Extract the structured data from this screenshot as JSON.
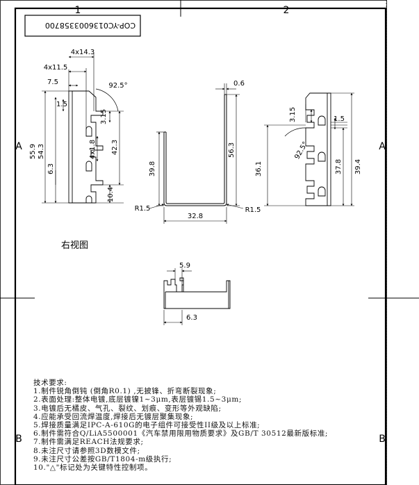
{
  "drawing_number": "COP-YC0136003358700",
  "border_zones": {
    "top": [
      "1",
      "2"
    ],
    "left": [
      "A",
      "B"
    ],
    "right": [
      "A",
      "B"
    ]
  },
  "view_label": "右视图",
  "dimensions": {
    "left_view": {
      "d_4x14_3": "4x14.3",
      "d_4x11_5": "4x11.5",
      "d_7_5": "7.5",
      "d_92_5": "92.5°",
      "d_1_5": "1.5",
      "d_3_15": "3.15",
      "d_4x1_8": "4x1.8",
      "d_42_3": "42.3",
      "d_55_9": "55.9",
      "d_54_3": "54.3",
      "d_6_3": "6.3",
      "d_10_4": "10.4"
    },
    "front_view": {
      "d_0_6": "0.6",
      "d_56_3": "56.3",
      "d_39_8": "39.8",
      "d_r1_5_left": "R1.5",
      "d_r1_5_right": "R1.5",
      "d_32_8": "32.8"
    },
    "right_view": {
      "d_3_15": "3.15",
      "d_1_5": "1.5",
      "d_92_5": "92.5°",
      "d_36_1": "36.1",
      "d_37_8": "37.8",
      "d_39_4": "39.4"
    },
    "bottom_view": {
      "d_5_9": "5.9",
      "d_6_3": "6.3"
    }
  },
  "notes": {
    "title": "技术要求:",
    "items": [
      "1.制件锐角倒钝 (倒角R0.1) ,无披锋、折弯断裂现象;",
      "2.表面处理:整体电镀,底层镀镍1~3μm,表层镀锡1.5~3μm;",
      "3.电镀后无橘皮、气孔、裂纹、划痕、变形等外观缺陷;",
      "4.应能承受回流焊温度,焊接后无镀层聚集现象;",
      "5.焊接质量满足IPC-A-610G的电子组件可接受性II级及以上标准;",
      "6.制件需符合Q/LiA5500001《汽车禁用限用物质要求》及GB/T 30512最新版标准;",
      "7.制件需满足REACH法规要求;",
      "8.未注尺寸请参照3D数模文件;",
      "9.未注尺寸公差按GB/T1804-m级执行;",
      "10.\"△\"标记处为关键特性控制项。"
    ]
  }
}
